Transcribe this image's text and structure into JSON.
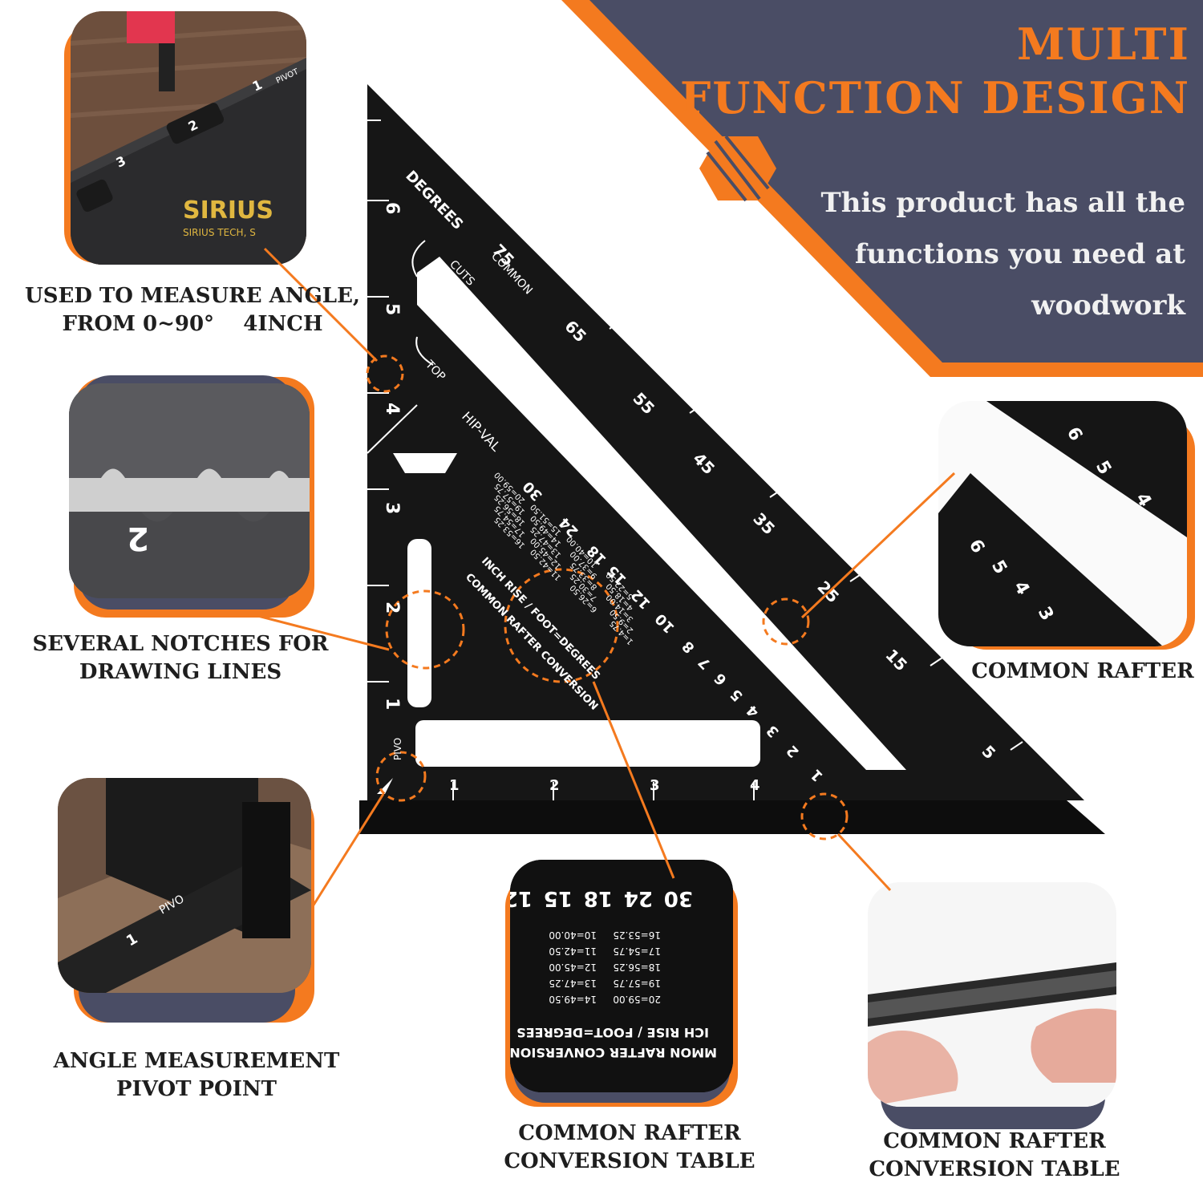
{
  "header": {
    "title_line1": "MULTI",
    "title_line2": "FUNCTION DESIGN",
    "description_lines": [
      "This product has all the",
      "functions you need at",
      "woodwork"
    ]
  },
  "callouts": {
    "angle": {
      "lines": [
        "USED TO MEASURE ANGLE,",
        "FROM 0~90°    4INCH"
      ]
    },
    "notches": {
      "lines": [
        "SEVERAL NOTCHES FOR",
        "DRAWING LINES"
      ]
    },
    "pivot": {
      "lines": [
        "ANGLE MEASUREMENT",
        "PIVOT POINT"
      ]
    },
    "rafter": {
      "lines": [
        "COMMON RAFTER"
      ]
    },
    "conversion_center": {
      "lines": [
        "COMMON RAFTER",
        "CONVERSION TABLE"
      ]
    },
    "conversion_right": {
      "lines": [
        "COMMON RAFTER",
        "CONVERSION TABLE"
      ]
    }
  },
  "square": {
    "brand": "SIRIUS",
    "brand_sub": "SIRIUS TECH, S",
    "labels": {
      "degrees": "DEGREES",
      "common": "COMMON",
      "cuts": "CUTS",
      "top": "TOP",
      "hip_val": "HIP-VAL",
      "pivot": "PIVO",
      "pivot_photo": "PIVOT",
      "table_title_1": "COMMON RAFTER CONVERSION",
      "table_title_2": "INCH RISE / FOOT=DEGREES"
    },
    "left_scale": [
      "1",
      "2",
      "3",
      "4",
      "5",
      "6"
    ],
    "bottom_scale": [
      "1",
      "2",
      "3",
      "4"
    ],
    "degree_scale": [
      "75",
      "65",
      "55",
      "45",
      "35",
      "25",
      "15",
      "5"
    ],
    "rafter_scale": [
      "30",
      "24",
      "18",
      "15",
      "12",
      "10",
      "8",
      "7",
      "6",
      "5",
      "4",
      "3",
      "2",
      "1"
    ],
    "table_rows": [
      "1=4.75",
      "2=9.50",
      "3=14.00",
      "4=18.50",
      "5=22.50",
      "6=26.50",
      "7=30.25",
      "8=33.75",
      "9=37.00",
      "10=40.00",
      "11=42.50",
      "12=45.00",
      "13=47.25",
      "14=49.50",
      "15=51.50",
      "16=53.25",
      "17=54.75",
      "18=56.25",
      "19=57.75",
      "20=59.00"
    ],
    "zoom_scale_top": [
      "30",
      "24",
      "18",
      "15",
      "12"
    ],
    "zoom_table_title_1": "MMON RAFTER CONVERSION",
    "zoom_table_title_2": "ICH RISE / FOOT=DEGREES",
    "rafter_zoom_digits": [
      "6",
      "5",
      "4",
      "6",
      "5",
      "4",
      "3"
    ],
    "photo_scale": [
      "1",
      "2",
      "3"
    ],
    "notch_digit": "2"
  },
  "colors": {
    "accent": "#f47a1f",
    "dark_panel": "#4a4d65",
    "tool_black": "#141414"
  }
}
